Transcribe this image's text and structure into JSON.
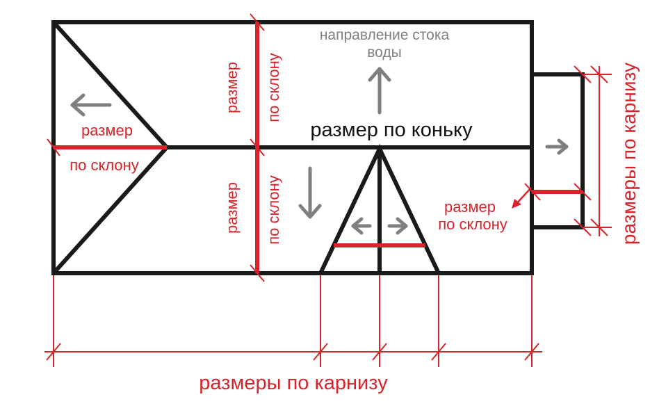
{
  "labels": {
    "flow_direction": [
      "направление стока",
      "воды"
    ],
    "ridge_size": "размер по коньку",
    "slope_size_left": [
      "размер",
      "по склону"
    ],
    "slope_size_top": [
      "размер",
      "по склону"
    ],
    "slope_size_bottom": [
      "размер",
      "по склону"
    ],
    "slope_size_right": [
      "размер",
      "по склону"
    ],
    "eave_sizes_bottom": "размеры по карнизу",
    "eave_sizes_right": "размеры по карнизу"
  },
  "colors": {
    "outline": "#1a1a1a",
    "dimension": "#d8232a",
    "arrow": "#7f7f7f",
    "background": "#ffffff"
  },
  "icons": [
    "arrow-left-icon",
    "arrow-up-icon",
    "arrow-down-icon",
    "arrow-right-icon",
    "arrow-left-right-icon",
    "arrow-down-left-icon"
  ]
}
